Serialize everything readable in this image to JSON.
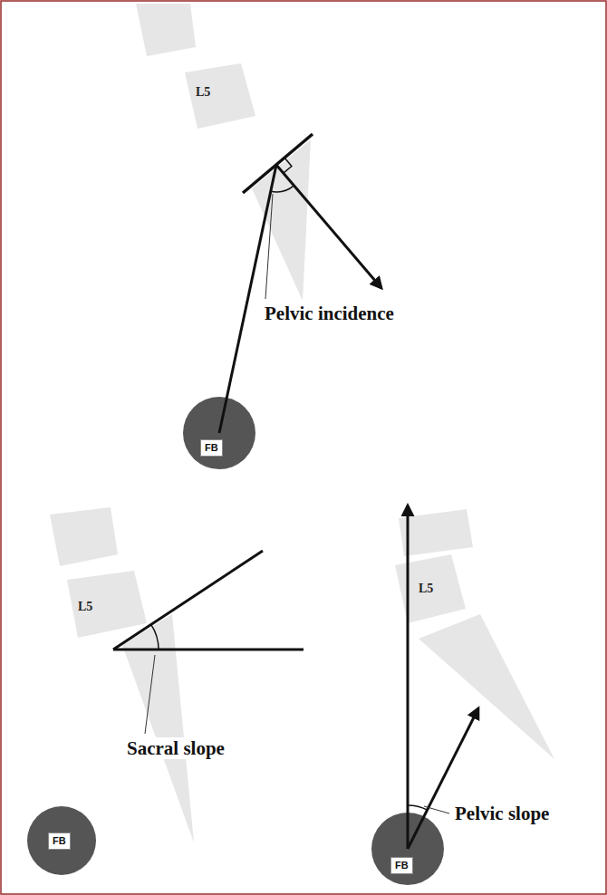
{
  "diagram": {
    "nodes": [
      {
        "text": [
          "L5"
        ]
      },
      {
        "text": [
          "FB"
        ]
      },
      {
        "text": [
          "L5"
        ]
      },
      {
        "text": [
          "FB"
        ]
      },
      {
        "text": [
          "L5"
        ]
      },
      {
        "text": [
          "FB"
        ]
      }
    ],
    "labels": [
      "Pelvic incidence",
      "Sacral slope",
      "Pelvic slope"
    ]
  }
}
